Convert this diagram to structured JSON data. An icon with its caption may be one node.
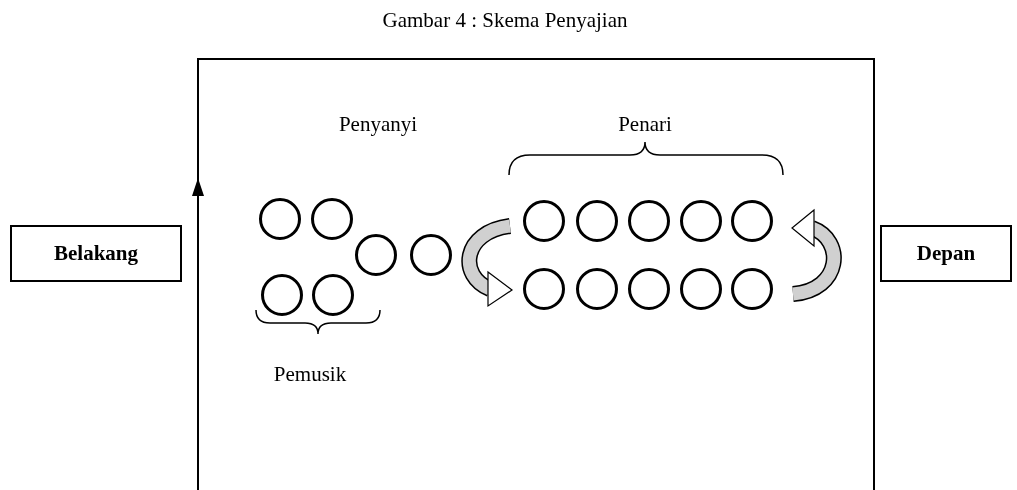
{
  "diagram": {
    "title": "Gambar 4 : Skema Penyajian",
    "nodes": [
      {
        "text": [
          "Belakang"
        ]
      },
      {
        "text": [],
        "shape": "box"
      },
      {
        "text": [],
        "shape": "circle",
        "in": 1
      },
      {
        "text": [],
        "shape": "circle",
        "in": 1
      },
      {
        "text": [],
        "shape": "circle",
        "in": 1
      },
      {
        "text": [],
        "shape": "circle",
        "in": 1
      },
      {
        "text": [],
        "shape": "circle",
        "in": 1
      },
      {
        "text": [],
        "shape": "circle",
        "in": 1
      },
      {
        "text": [],
        "shape": "circle",
        "in": 1
      },
      {
        "text": [],
        "shape": "circle",
        "in": 1
      },
      {
        "text": [],
        "shape": "circle",
        "in": 1
      },
      {
        "text": [],
        "shape": "circle",
        "in": 1
      },
      {
        "text": [],
        "shape": "circle",
        "in": 1
      },
      {
        "text": [],
        "shape": "circle",
        "in": 1
      },
      {
        "text": [],
        "shape": "circle",
        "in": 1
      },
      {
        "text": [],
        "shape": "circle",
        "in": 1
      },
      {
        "text": [],
        "shape": "circle",
        "in": 1
      },
      {
        "text": [],
        "shape": "circle",
        "in": 1
      },
      {
        "text": [
          "Depan"
        ]
      }
    ],
    "labels": [
      "Penyanyi",
      "Penari",
      "Pemusik"
    ]
  }
}
